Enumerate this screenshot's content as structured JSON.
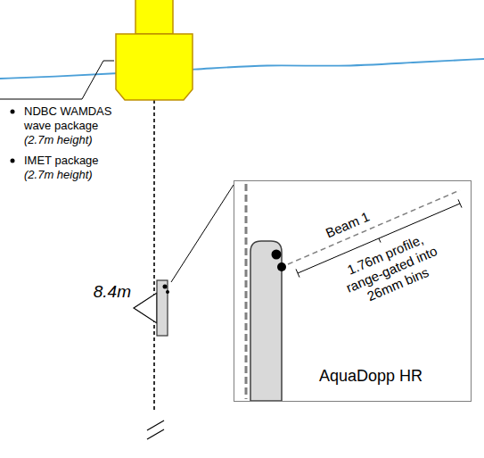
{
  "diagram": {
    "nodes": [
      {
        "text": [
          "Beam 1",
          "1.76m profile, range-gated into 26mm bins",
          "AquaDopp HR"
        ]
      }
    ],
    "labels": [
      "NDBC WAMDAS wave package",
      "(2.7m height)",
      "IMET package",
      "(2.7m height)",
      "8.4m"
    ]
  }
}
